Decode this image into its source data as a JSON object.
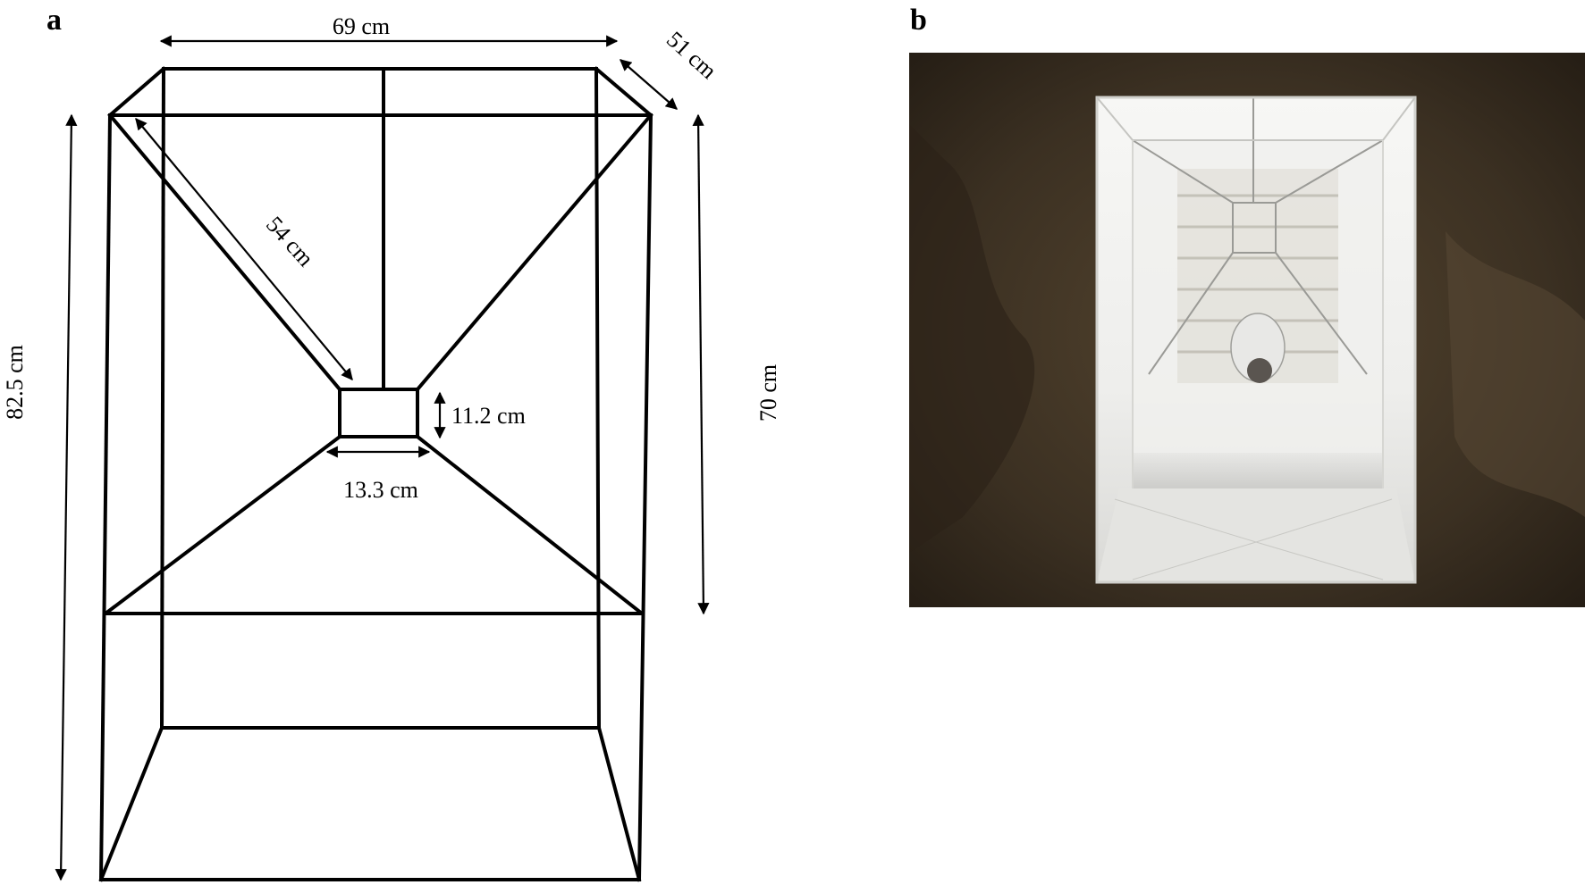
{
  "panels": {
    "a": {
      "label": "a"
    },
    "b": {
      "label": "b"
    }
  },
  "dimensions": {
    "width": "69 cm",
    "depth": "51 cm",
    "diagonal": "54 cm",
    "total_height": "82.5 cm",
    "cone_height": "70 cm",
    "opening_height": "11.2 cm",
    "opening_width": "13.3 cm"
  },
  "colors": {
    "line": "#000000",
    "background": "#ffffff",
    "wall_dark": "#2a2219",
    "wall_mid": "#4a3b2c",
    "net_white": "#f2f2f0"
  }
}
